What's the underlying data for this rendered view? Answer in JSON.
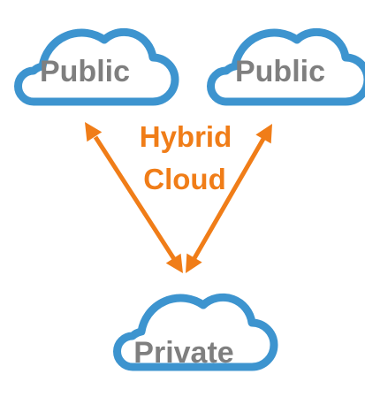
{
  "diagram": {
    "nodes": {
      "public_left": {
        "label": "Public",
        "icon": "cloud-icon"
      },
      "public_right": {
        "label": "Public",
        "icon": "cloud-icon"
      },
      "private": {
        "label": "Private",
        "icon": "cloud-icon"
      }
    },
    "connector_label": [
      "Hybrid",
      "Cloud"
    ],
    "connections": [
      {
        "from": "public_left",
        "to": "private",
        "arrows": "both"
      },
      {
        "from": "public_right",
        "to": "private",
        "arrows": "both"
      }
    ],
    "colors": {
      "cloud_outline": "#3d94cf",
      "cloud_text": "#7f7f7f",
      "accent": "#f07d18"
    }
  }
}
